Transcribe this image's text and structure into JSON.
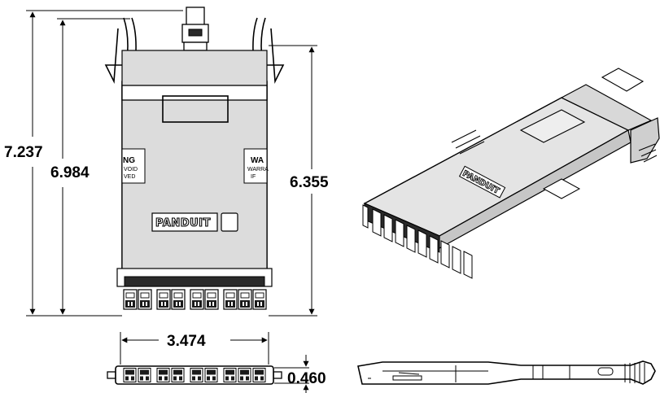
{
  "dimensions": {
    "overall_height": "7.237",
    "body_height": "6.984",
    "side_height": "6.355",
    "width": "3.474",
    "thickness": "0.460"
  },
  "labels": {
    "brand": "PANDUIT",
    "warning_left_line1": "NG",
    "warning_left_line2": "VOID",
    "warning_left_line3": "VED",
    "warning_right_line1": "WA",
    "warning_right_line2": "WARRA",
    "warning_right_line3": "IF"
  },
  "views": [
    "front-view",
    "isometric-view",
    "end-view",
    "side-view"
  ]
}
